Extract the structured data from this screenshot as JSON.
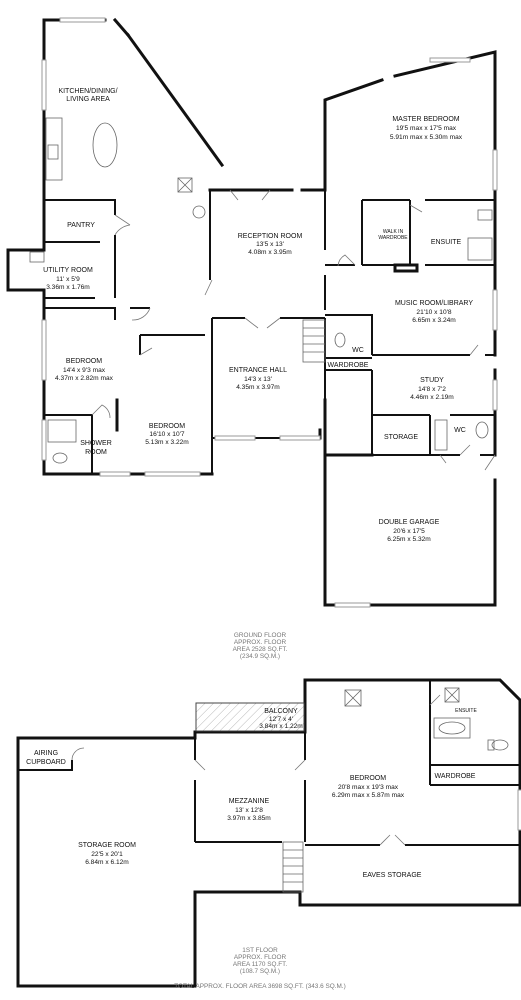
{
  "ground_floor": {
    "rooms": {
      "kitchen": {
        "name_line1": "KITCHEN/DINING/",
        "name_line2": "LIVING AREA"
      },
      "pantry": {
        "name": "PANTRY"
      },
      "utility": {
        "name": "UTILITY ROOM",
        "dim_imperial": "11' x 5'9",
        "dim_metric": "3.36m x 1.76m"
      },
      "bedroom_west": {
        "name": "BEDROOM",
        "dim_imperial": "14'4 x 9'3 max",
        "dim_metric": "4.37m x 2.82m max"
      },
      "shower": {
        "name_line1": "SHOWER",
        "name_line2": "ROOM"
      },
      "bedroom_south": {
        "name": "BEDROOM",
        "dim_imperial": "16'10 x 10'7",
        "dim_metric": "5.13m x 3.22m"
      },
      "reception": {
        "name": "RECEPTION ROOM",
        "dim_imperial": "13'5 x 13'",
        "dim_metric": "4.08m x 3.95m"
      },
      "entrance": {
        "name": "ENTRANCE HALL",
        "dim_imperial": "14'3 x 13'",
        "dim_metric": "4.35m x 3.97m"
      },
      "master": {
        "name": "MASTER BEDROOM",
        "dim_imperial": "19'5 max x 17'5 max",
        "dim_metric": "5.91m max x 5.30m max"
      },
      "walk_in": {
        "name_line1": "WALK IN",
        "name_line2": "WARDROBE"
      },
      "ensuite": {
        "name": "ENSUITE"
      },
      "music": {
        "name": "MUSIC ROOM/LIBRARY",
        "dim_imperial": "21'10 x 10'8",
        "dim_metric": "6.65m x 3.24m"
      },
      "wc_north": {
        "name": "WC"
      },
      "wardrobe": {
        "name": "WARDROBE"
      },
      "study": {
        "name": "STUDY",
        "dim_imperial": "14'8 x 7'2",
        "dim_metric": "4.46m x 2.19m"
      },
      "storage": {
        "name": "STORAGE"
      },
      "wc_south": {
        "name": "WC"
      },
      "garage": {
        "name": "DOUBLE GARAGE",
        "dim_imperial": "20'6 x 17'5",
        "dim_metric": "6.25m x 5.32m"
      }
    },
    "area": {
      "line1": "GROUND FLOOR",
      "line2": "APPROX. FLOOR",
      "line3": "AREA 2528 SQ.FT.",
      "line4": "(234.9 SQ.M.)"
    }
  },
  "first_floor": {
    "rooms": {
      "airing": {
        "name_line1": "AIRING",
        "name_line2": "CUPBOARD"
      },
      "storage_room": {
        "name": "STORAGE ROOM",
        "dim_imperial": "22'5 x 20'1",
        "dim_metric": "6.84m x 6.12m"
      },
      "balcony": {
        "name": "BALCONY",
        "dim_imperial": "12'7 x 4'",
        "dim_metric": "3.84m x 1.22m"
      },
      "mezzanine": {
        "name": "MEZZANINE",
        "dim_imperial": "13' x 12'8",
        "dim_metric": "3.97m x 3.85m"
      },
      "bedroom": {
        "name": "BEDROOM",
        "dim_imperial": "20'8 max x 19'3 max",
        "dim_metric": "6.29m max x 5.87m max"
      },
      "ensuite": {
        "name": "ENSUITE"
      },
      "wardrobe": {
        "name": "WARDROBE"
      },
      "eaves": {
        "name": "EAVES STORAGE"
      }
    },
    "area": {
      "line1": "1ST FLOOR",
      "line2": "APPROX. FLOOR",
      "line3": "AREA 1170 SQ.FT.",
      "line4": "(108.7 SQ.M.)"
    }
  },
  "total_area": "TOTAL APPROX. FLOOR AREA 3698 SQ.FT. (343.6 SQ.M.)"
}
